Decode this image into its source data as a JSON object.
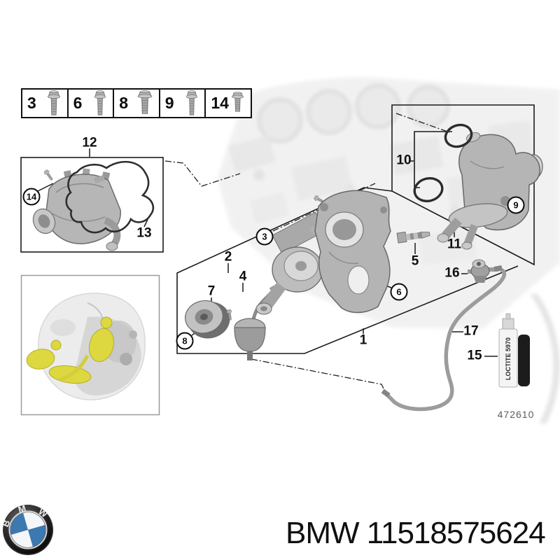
{
  "page": {
    "background": "#ffffff"
  },
  "diagram": {
    "drawing_number": "472610",
    "fastener_refs": [
      "3",
      "6",
      "8",
      "9",
      "14"
    ],
    "callouts": {
      "c1": "1",
      "c2": "2",
      "c3": "3",
      "c4": "4",
      "c5": "5",
      "c6": "6",
      "c7": "7",
      "c8": "8",
      "c9": "9",
      "c10": "10",
      "c11": "11",
      "c12": "12",
      "c13": "13",
      "c14": "14",
      "c15": "15",
      "c16": "16",
      "c17": "17"
    },
    "sealant_text": "LOCTITE 5970"
  },
  "footer": {
    "brand": "BMW",
    "part_number": "11518575624",
    "logo_letters": [
      "B",
      "M",
      "W"
    ],
    "logo_blue": "#3c79b0",
    "accent_yellow": "#ddd83f"
  }
}
